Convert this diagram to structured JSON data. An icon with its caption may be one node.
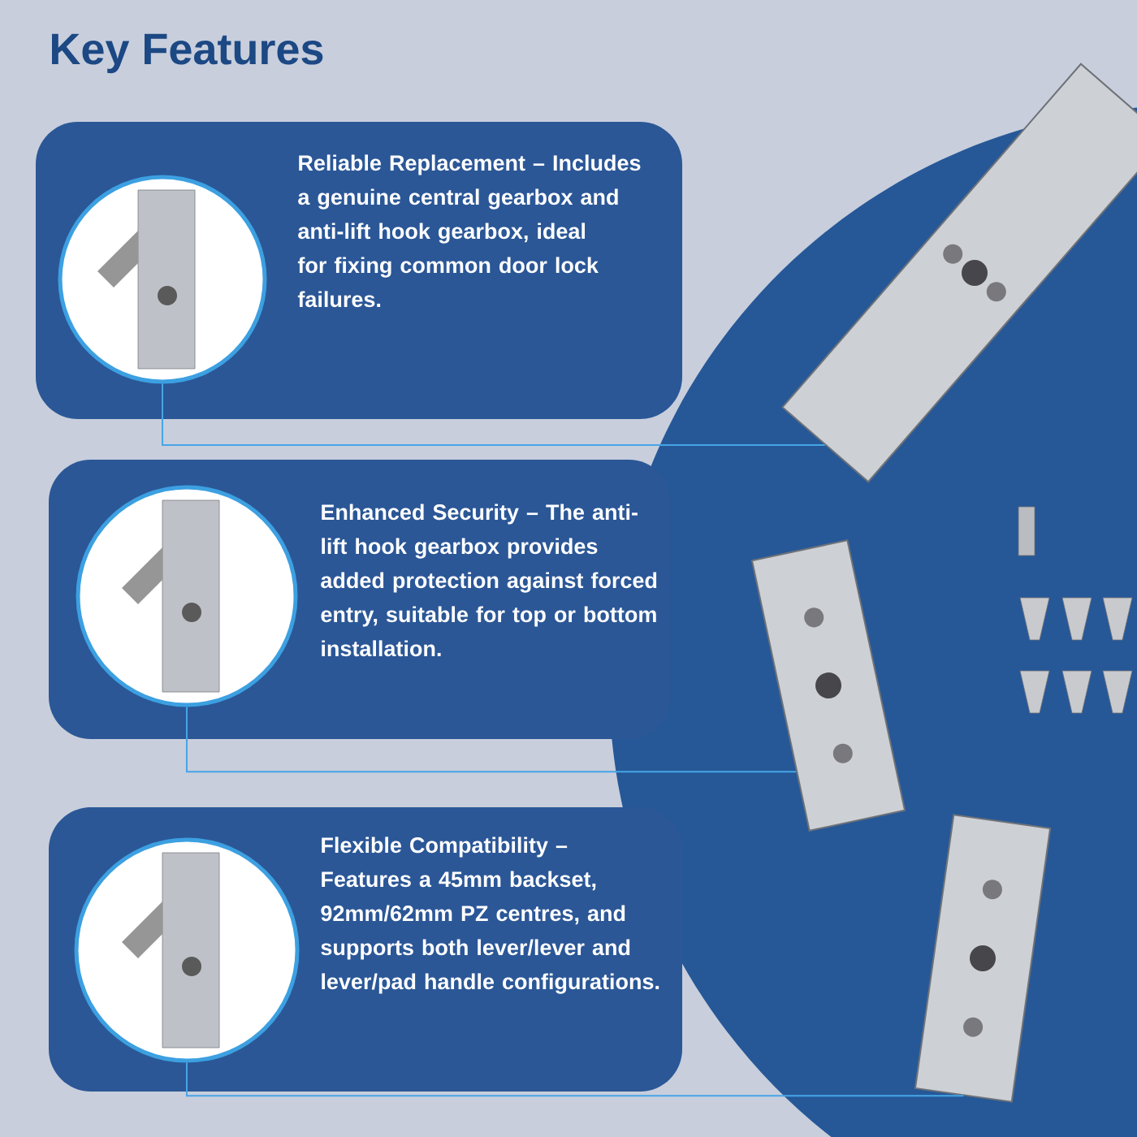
{
  "diagram": {
    "title": "Key Features",
    "nodes": [
      {
        "text": [
          "Reliable Replacement – Includes a genuine central gearbox and anti-lift hook gearbox, ideal for fixing common door lock failures."
        ]
      },
      {
        "text": [],
        "shape": "picture",
        "in": 0
      },
      {
        "text": [
          "Enhanced Security – The anti-lift hook gearbox provides added protection against forced entry, suitable for top or bottom installation."
        ]
      },
      {
        "text": [],
        "shape": "picture",
        "in": 2
      },
      {
        "text": [
          "Flexible Compatibility – Features a 45mm backset, 92mm/62mm PZ centres, and supports both lever/lever and lever/pad handle configurations."
        ]
      },
      {
        "text": [],
        "shape": "picture",
        "in": 4
      },
      {
        "text": [],
        "shape": "picture"
      },
      {
        "text": [],
        "shape": "picture"
      },
      {
        "text": [],
        "shape": "picture"
      }
    ],
    "edges": [
      {
        "from": 1,
        "to": 6,
        "arrow": "none"
      },
      {
        "from": 3,
        "to": 7,
        "arrow": "none"
      },
      {
        "from": 5,
        "to": 8,
        "arrow": "none"
      }
    ]
  }
}
